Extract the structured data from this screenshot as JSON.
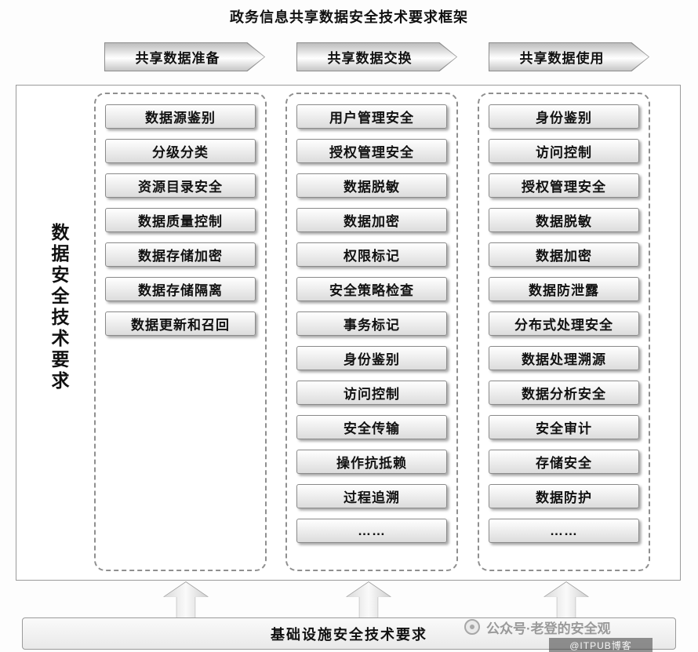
{
  "title": "政务信息共享数据安全技术要求框架",
  "side_label": "数据安全技术要求",
  "bottom_box": "基础设施安全技术要求",
  "watermark": {
    "line1": "公众号·老登的安全观",
    "line2": "@ITPUB博客"
  },
  "colors": {
    "border_gray": "#8f8f8f",
    "button_face": "#ececec",
    "text": "#111111"
  },
  "columns": [
    {
      "header": "共享数据准备",
      "items": [
        "数据源鉴别",
        "分级分类",
        "资源目录安全",
        "数据质量控制",
        "数据存储加密",
        "数据存储隔离",
        "数据更新和召回"
      ]
    },
    {
      "header": "共享数据交换",
      "items": [
        "用户管理安全",
        "授权管理安全",
        "数据脱敏",
        "数据加密",
        "权限标记",
        "安全策略检查",
        "事务标记",
        "身份鉴别",
        "访问控制",
        "安全传输",
        "操作抗抵赖",
        "过程追溯",
        "……"
      ]
    },
    {
      "header": "共享数据使用",
      "items": [
        "身份鉴别",
        "访问控制",
        "授权管理安全",
        "数据脱敏",
        "数据加密",
        "数据防泄露",
        "分布式处理安全",
        "数据处理溯源",
        "数据分析安全",
        "安全审计",
        "存储安全",
        "数据防护",
        "……"
      ]
    }
  ]
}
